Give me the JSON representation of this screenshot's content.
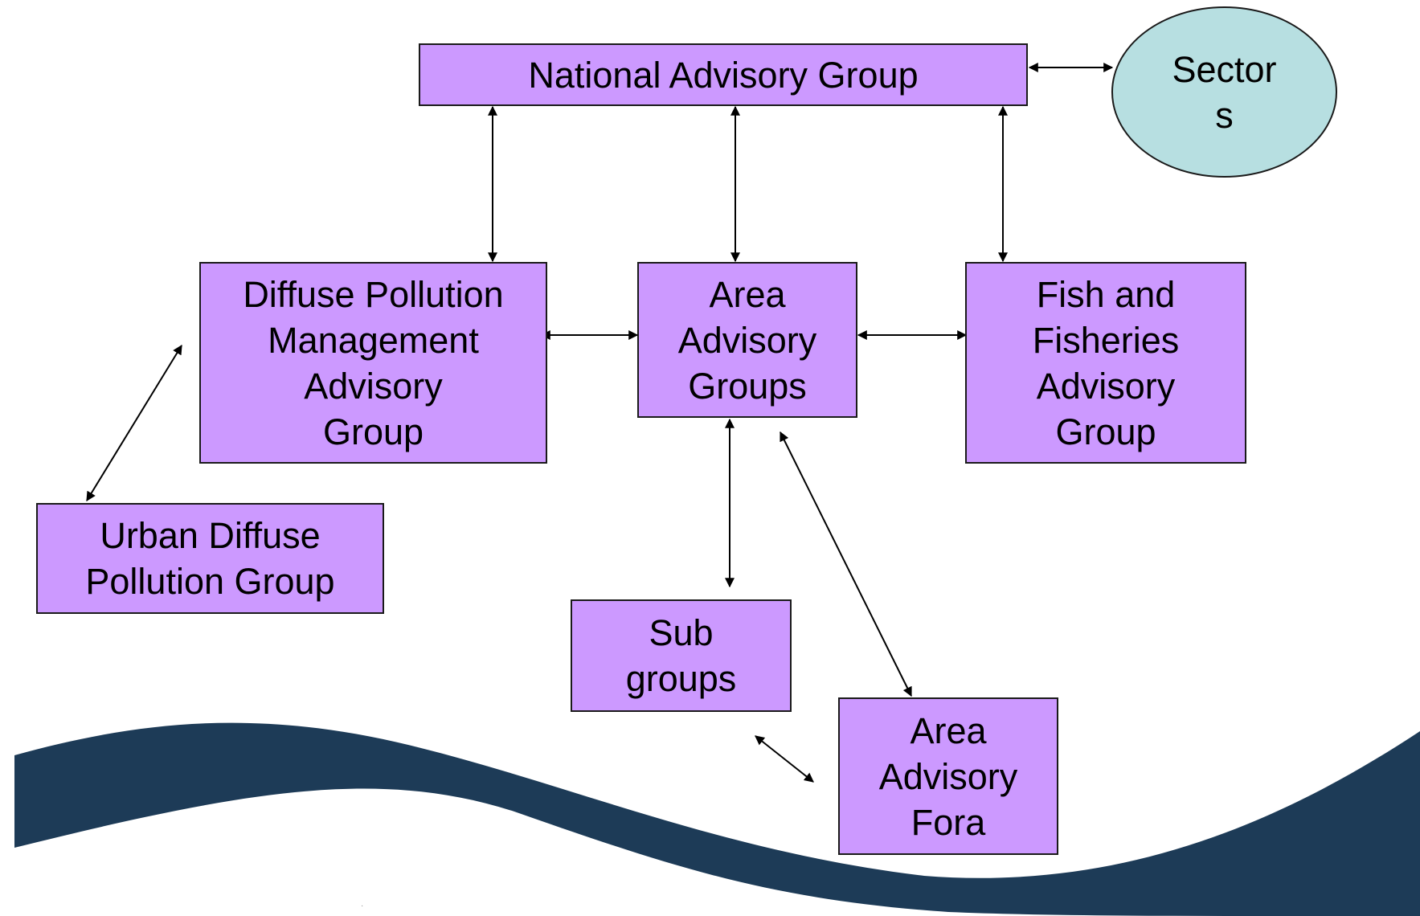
{
  "nodes": {
    "national": "National Advisory Group",
    "sectors": "Sector\ns",
    "diffuse": "Diffuse Pollution\nManagement\nAdvisory\n Group",
    "area_groups": "Area\nAdvisory\nGroups",
    "fish": "Fish and\nFisheries\nAdvisory\nGroup",
    "urban": "Urban Diffuse\nPollution Group",
    "sub": "Sub\ngroups",
    "area_fora": "Area\nAdvisory\nFora"
  },
  "colors": {
    "box_fill": "#cc99ff",
    "oval_fill": "#b7dfe1",
    "wave": "#1d3b57",
    "stroke": "#1a1a1a"
  }
}
